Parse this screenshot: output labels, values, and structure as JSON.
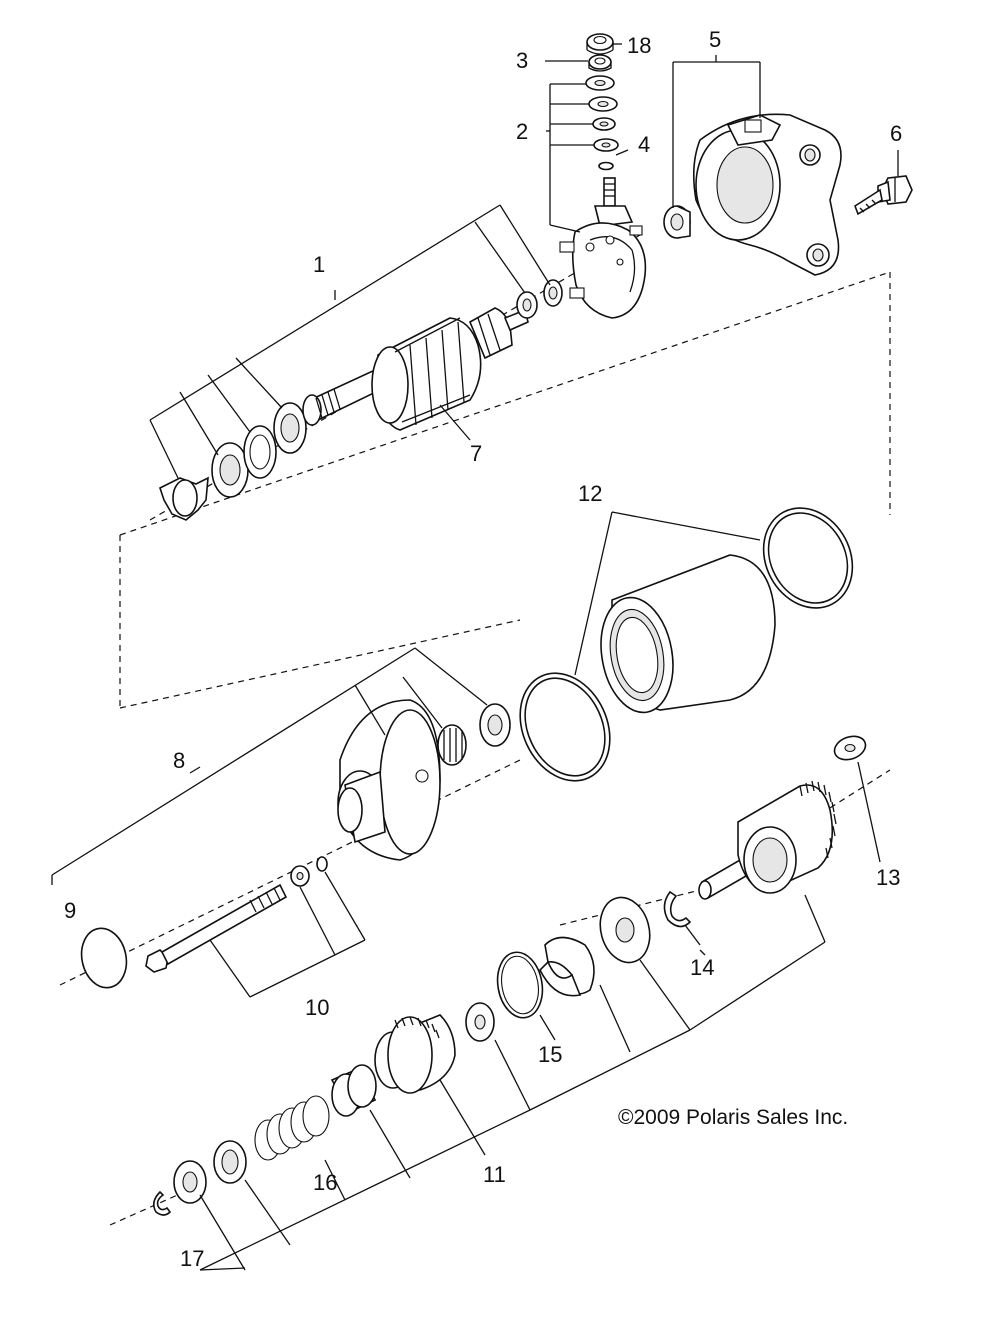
{
  "diagram": {
    "callouts": [
      "1",
      "2",
      "3",
      "4",
      "5",
      "6",
      "7",
      "8",
      "9",
      "10",
      "11",
      "12",
      "13",
      "14",
      "15",
      "16",
      "17",
      "18"
    ],
    "copyright": "©2009 Polaris Sales Inc."
  }
}
